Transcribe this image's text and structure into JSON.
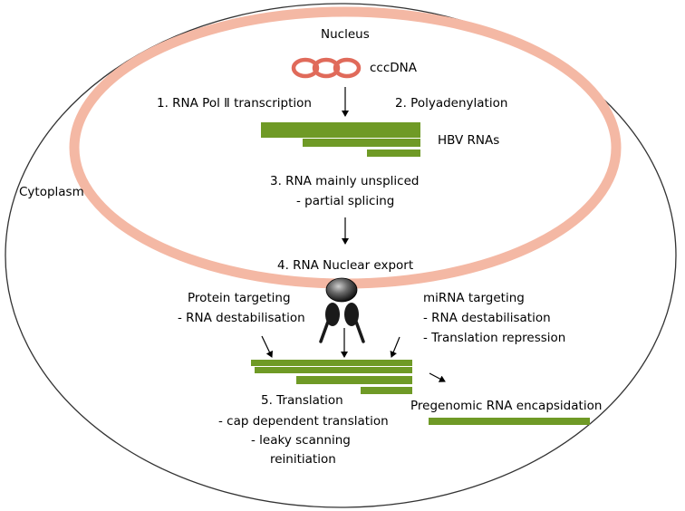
{
  "labels": {
    "nucleus": "Nucleus",
    "cccdna": "cccDNA",
    "step1": "1. RNA Pol Ⅱ transcription",
    "step2": "2. Polyadenylation",
    "hbv_rnas": "HBV RNAs",
    "step3_line1": "3. RNA mainly unspliced",
    "step3_line2": "- partial splicing",
    "cytoplasm": "Cytoplasm",
    "step4": "4. RNA Nuclear export",
    "protein_targeting": "Protein targeting",
    "protein_targeting_sub": "- RNA destabilisation",
    "mirna_targeting": "miRNA targeting",
    "mirna_sub1": "- RNA destabilisation",
    "mirna_sub2": "- Translation repression",
    "step5": "5. Translation",
    "step5_sub1": "- cap dependent translation",
    "step5_sub2": "- leaky scanning",
    "step5_sub3": "reinitiation",
    "pgrna": "Pregenomic RNA encapsidation"
  },
  "colors": {
    "nuclear_membrane": "#f4b8a4",
    "cccdna": "#e06a5a",
    "rna": "#6f9a26",
    "cell_outline": "#333333",
    "ribosome": "#1a1a1a"
  }
}
